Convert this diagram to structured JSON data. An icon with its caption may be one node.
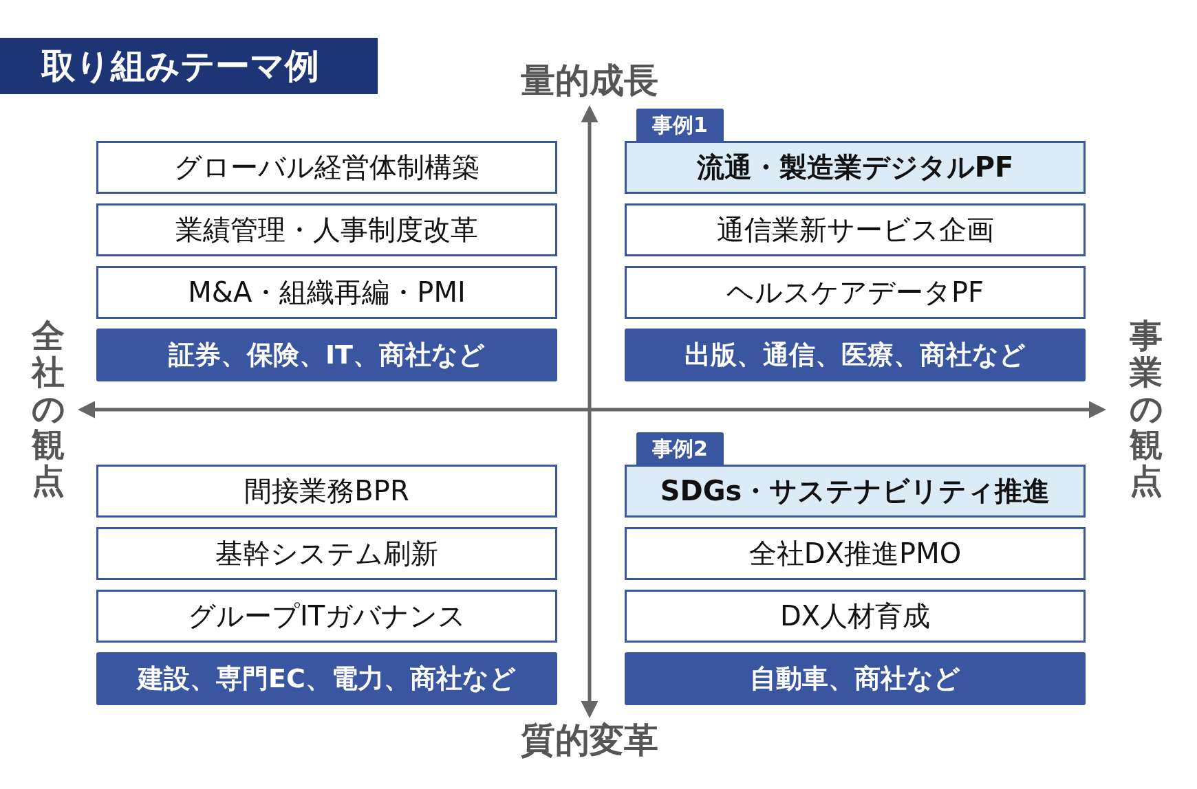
{
  "diagram": {
    "title": "取り組みテーマ例",
    "nodes": [
      {
        "text": [
          "グローバル経営体制構築"
        ]
      },
      {
        "text": [
          "業績管理・人事制度改革"
        ]
      },
      {
        "text": [
          "M&A・組織再編・PMI"
        ]
      },
      {
        "text": [
          "証券、保険、IT、商社など"
        ]
      },
      {
        "text": [
          "事例1"
        ]
      },
      {
        "text": [
          "流通・製造業デジタルPF"
        ]
      },
      {
        "text": [
          "通信業新サービス企画"
        ]
      },
      {
        "text": [
          "ヘルスケアデータPF"
        ]
      },
      {
        "text": [
          "出版、通信、医療、商社など"
        ]
      },
      {
        "text": [
          "間接業務BPR"
        ]
      },
      {
        "text": [
          "基幹システム刷新"
        ]
      },
      {
        "text": [
          "グループITガバナンス"
        ]
      },
      {
        "text": [
          "建設、専門EC、電力、商社など"
        ]
      },
      {
        "text": [
          "事例2"
        ]
      },
      {
        "text": [
          "SDGs・サステナビリティ推進"
        ]
      },
      {
        "text": [
          "全社DX推進PMO"
        ]
      },
      {
        "text": [
          "DX人材育成"
        ]
      },
      {
        "text": [
          "自動車、商社など"
        ]
      }
    ],
    "labels": [
      "量的成長",
      "全社の観点",
      "事業の観点",
      "質的変革"
    ]
  }
}
